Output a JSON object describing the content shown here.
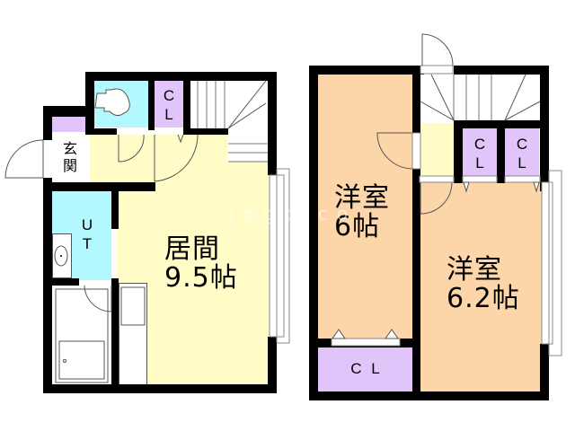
{
  "floor_plan": {
    "first_floor": {
      "rooms": [
        {
          "id": "living",
          "label_line1": "居間",
          "label_line2": "9.5帖",
          "type": "living-room"
        },
        {
          "id": "entrance",
          "label": "玄関",
          "type": "entrance"
        },
        {
          "id": "ut",
          "label_line1": "U",
          "label_line2": "T",
          "type": "utility"
        },
        {
          "id": "closet",
          "label_line1": "C",
          "label_line2": "L",
          "type": "closet"
        },
        {
          "id": "toilet",
          "type": "toilet"
        },
        {
          "id": "bath",
          "type": "bathroom"
        },
        {
          "id": "kitchen",
          "type": "kitchen"
        },
        {
          "id": "stairs",
          "type": "stairs"
        }
      ]
    },
    "second_floor": {
      "rooms": [
        {
          "id": "western1",
          "label_line1": "洋室",
          "label_line2": "6帖",
          "type": "bedroom"
        },
        {
          "id": "western2",
          "label_line1": "洋室",
          "label_line2": "6.2帖",
          "type": "bedroom"
        },
        {
          "id": "closet_a",
          "label_line1": "C",
          "label_line2": "L",
          "type": "closet"
        },
        {
          "id": "closet_b",
          "label_line1": "C",
          "label_line2": "L",
          "type": "closet"
        },
        {
          "id": "closet_c",
          "label": "C L",
          "type": "closet"
        },
        {
          "id": "hall",
          "type": "hallway"
        },
        {
          "id": "stairs",
          "type": "stairs"
        }
      ]
    },
    "watermark": "jogo.co",
    "colors": {
      "living": "#fffcc8",
      "wet": "#b4f8ff",
      "closet": "#e0c4fa",
      "bedroom": "#fcd5a8",
      "wall": "#000000",
      "window": "#888888"
    }
  }
}
